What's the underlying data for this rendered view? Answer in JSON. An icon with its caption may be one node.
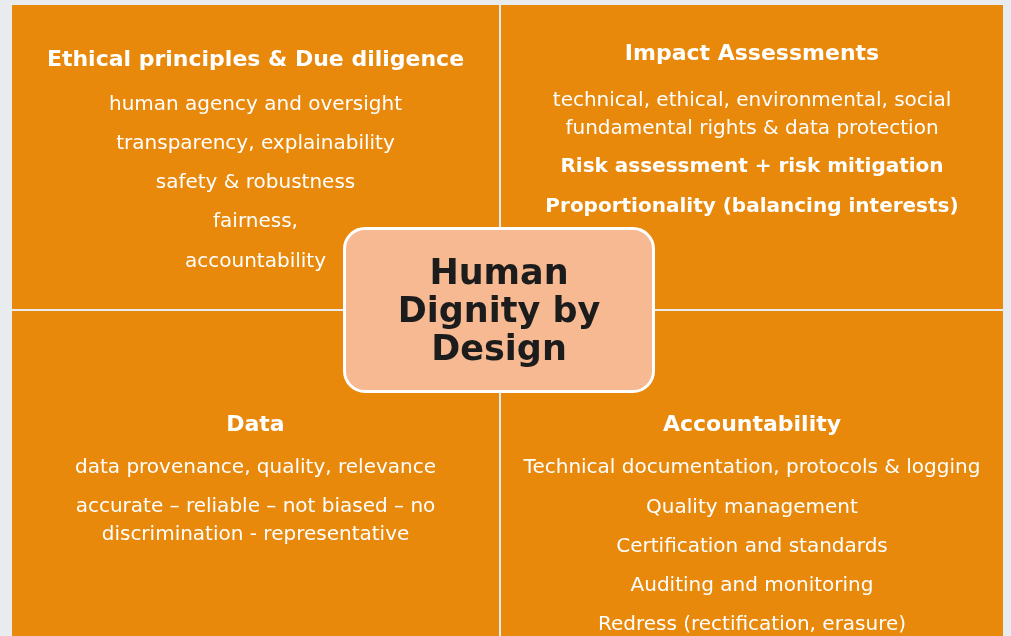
{
  "diagram": {
    "nodes": [
      {
        "text": [
          "Ethical principles & Due diligence",
          "human agency and oversight",
          "transparency, explainability",
          "safety & robustness",
          "fairness,",
          "accountability"
        ]
      },
      {
        "text": [
          "Impact Assessments",
          "technical, ethical, environmental, social fundamental rights & data protection",
          "Risk assessment + risk mitigation",
          "Proportionality (balancing interests)"
        ]
      },
      {
        "text": [
          "Data",
          "data provenance, quality, relevance",
          "accurate – reliable – not biased – no discrimination - representative"
        ]
      },
      {
        "text": [
          "Accountability",
          "Technical documentation, protocols & logging",
          "Quality management",
          "Certification and standards",
          "Auditing and monitoring",
          "Redress (rectification, erasure)"
        ]
      },
      {
        "text": [
          "Human Dignity by Design"
        ]
      }
    ]
  }
}
